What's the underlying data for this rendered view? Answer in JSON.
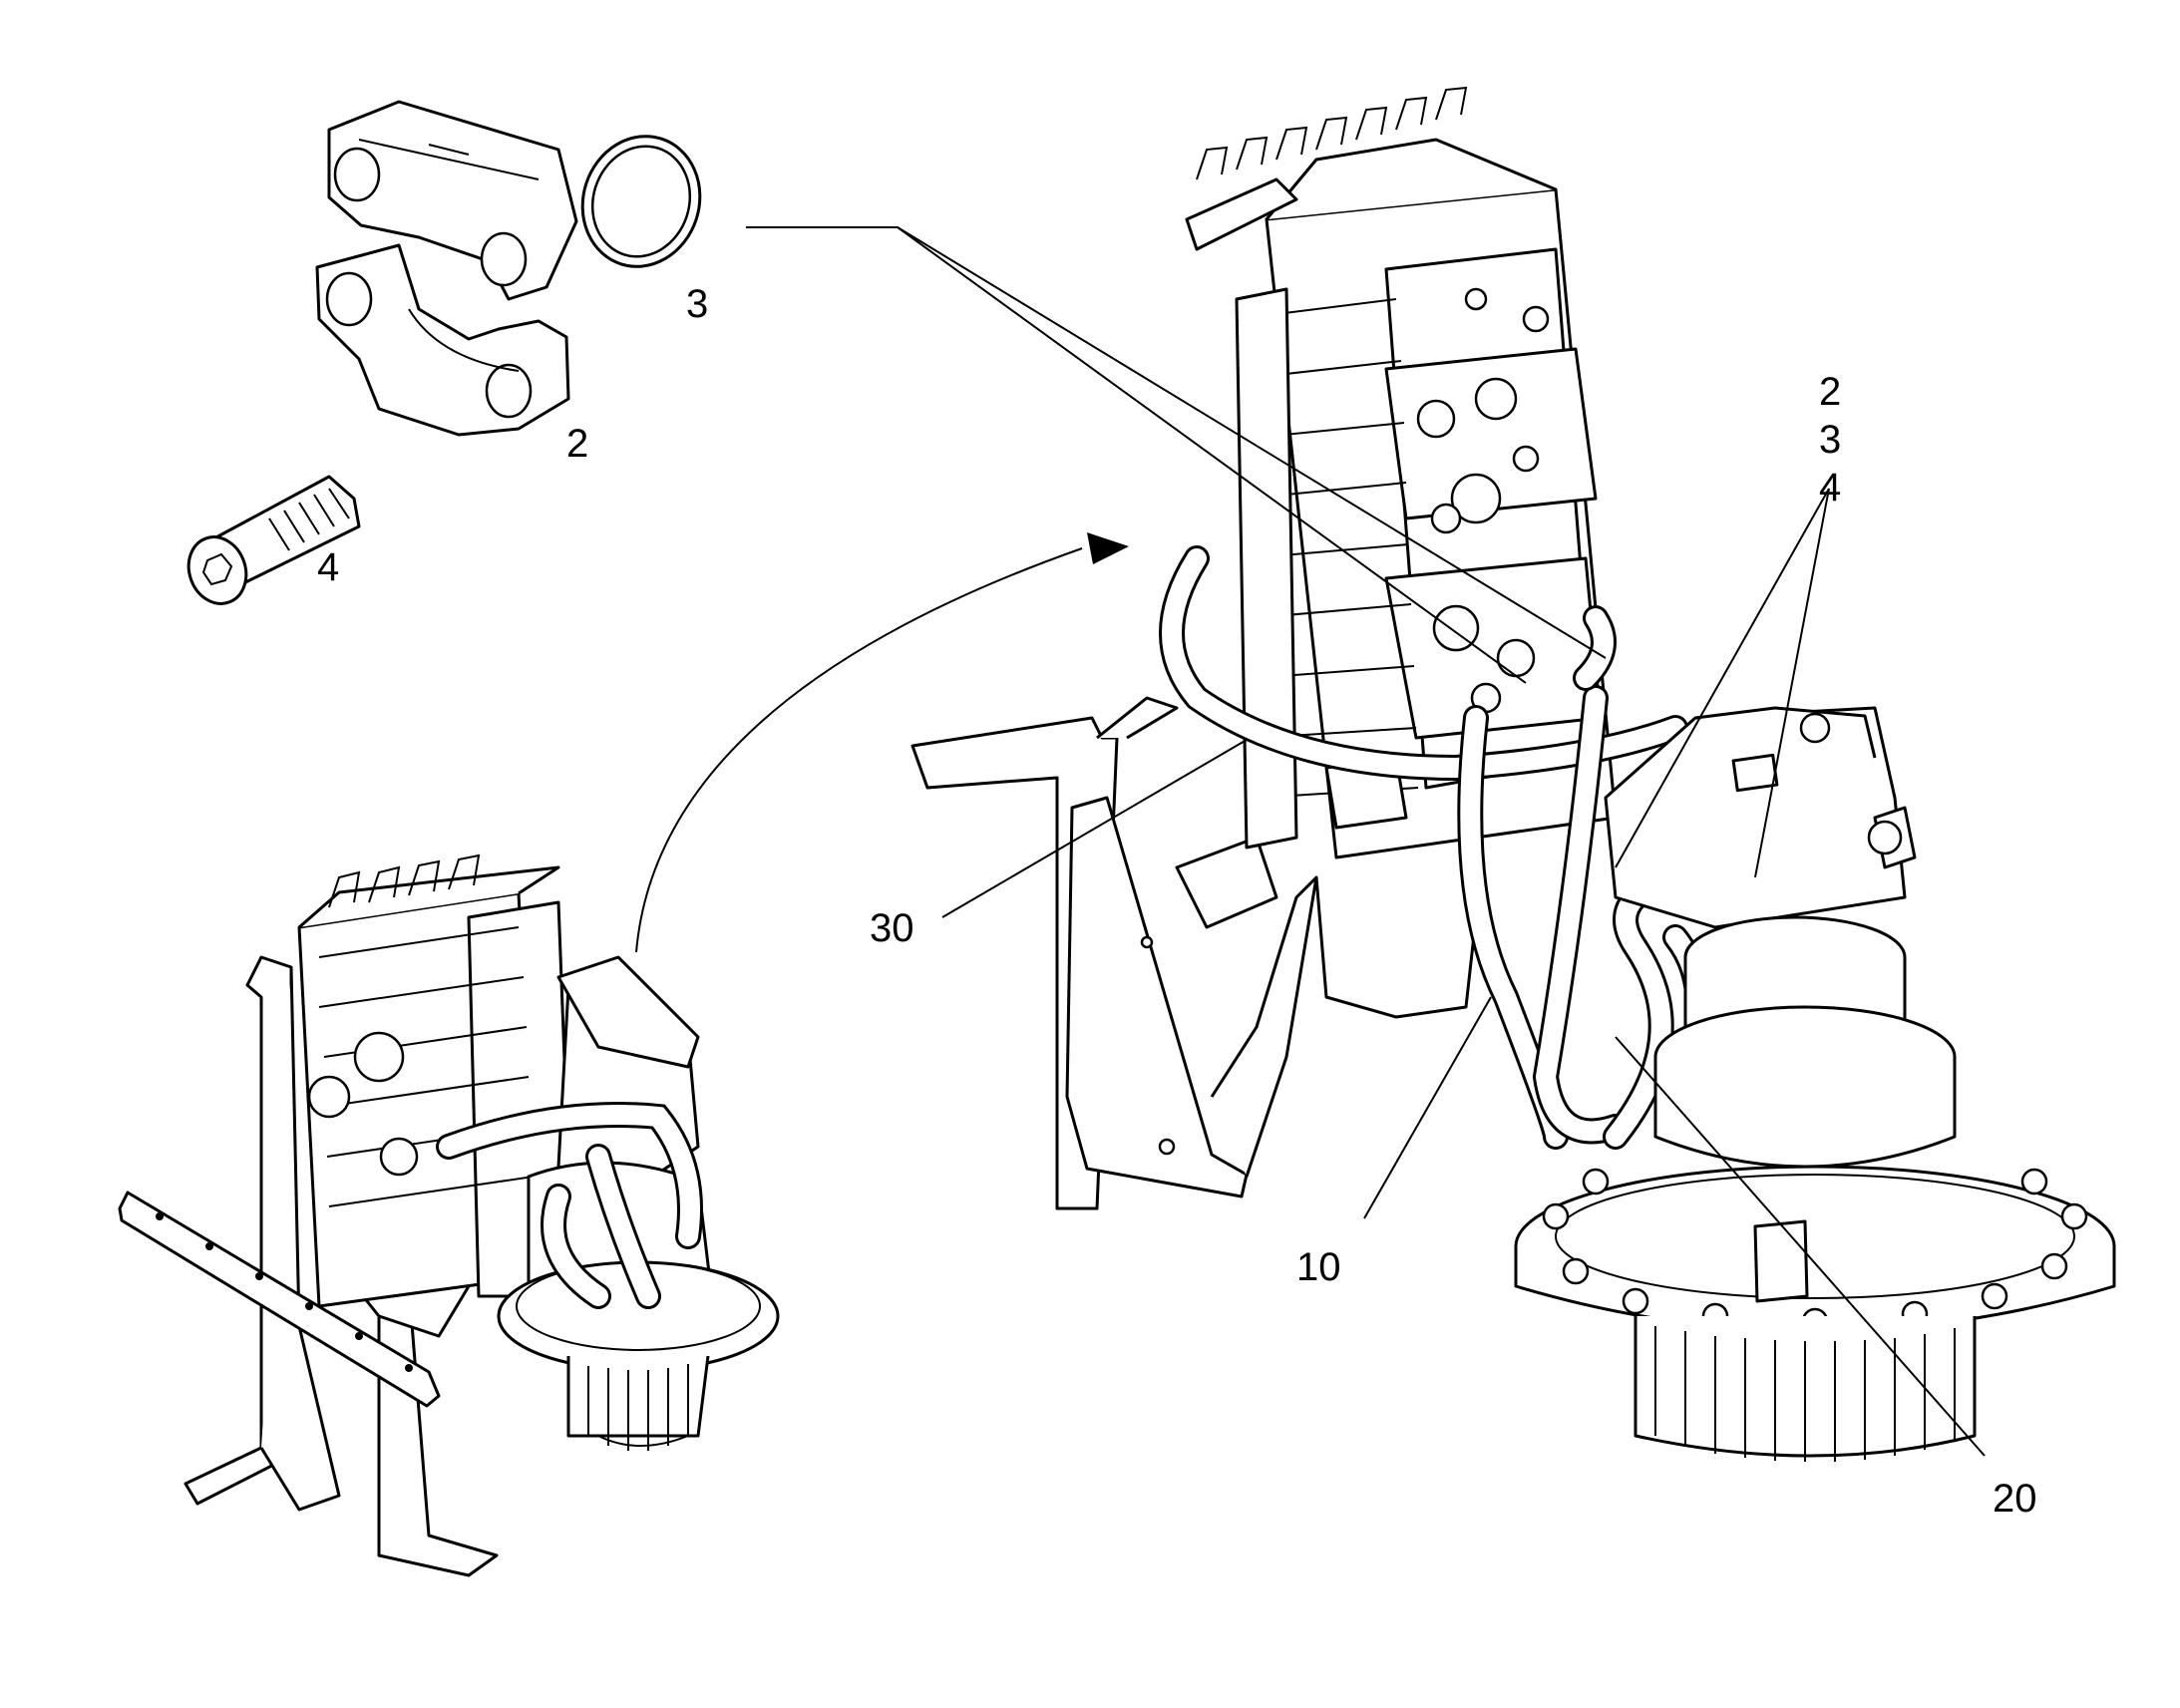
{
  "callouts": {
    "c2_top": "2",
    "c3_top": "3",
    "c4_top": "4",
    "c2_right": "2",
    "c3_right": "3",
    "c4_right": "4",
    "c30": "30",
    "c10": "10",
    "c20": "20"
  },
  "colors": {
    "ink": "#000000",
    "paper": "#ffffff"
  }
}
